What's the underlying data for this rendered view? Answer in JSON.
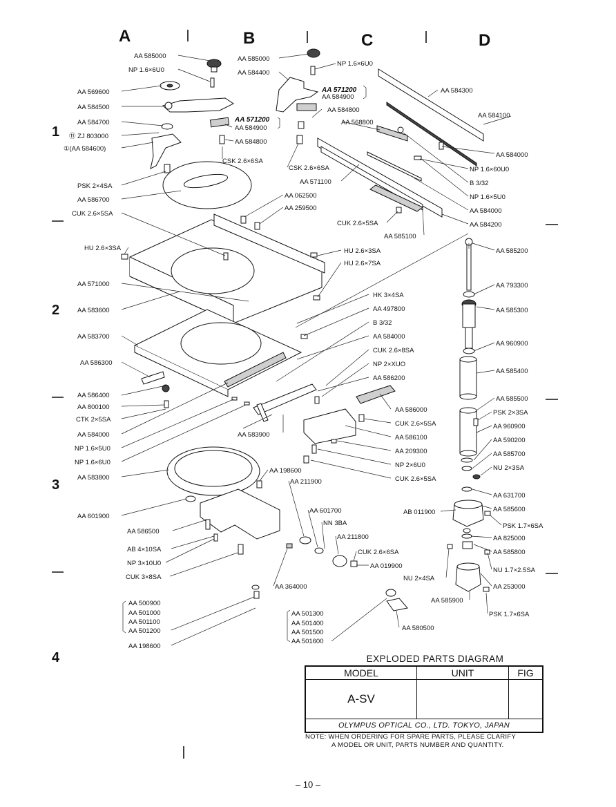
{
  "columns": [
    "A",
    "B",
    "C",
    "D"
  ],
  "rows": [
    "1",
    "2",
    "3",
    "4"
  ],
  "labels": {
    "a_585000": "AA 585000",
    "a_np1606": "NP 1.6×6U0",
    "a_569600": "AA 569600",
    "a_584500": "AA 584500",
    "a_584700": "AA 584700",
    "a_zj803000": "⑪ ZJ 803000",
    "a_584600": "①(AA 584600)",
    "a_571200": "AA 571200",
    "a_584900": "AA 584900",
    "a_584800": "AA 584800",
    "a_csk2606": "CSK 2.6×6SA",
    "a_psk24": "PSK 2×4SA",
    "a_586700": "AA 586700",
    "a_062500": "AA 062500",
    "a_259500": "AA 259500",
    "a_cuk2605": "CUK 2.6×5SA",
    "a_hu2603": "HU 2.6×3SA",
    "a_571000": "AA 571000",
    "a_583600": "AA 583600",
    "a_583700": "AA 583700",
    "a_586300": "AA 586300",
    "a_586400": "AA 586400",
    "a_800100": "AA 800100",
    "a_ctk25": "CTK 2×5SA",
    "a_584000": "AA 584000",
    "a_np1605": "NP 1.6×5U0",
    "a_np1606b": "NP 1.6×6U0",
    "a_583800": "AA 583800",
    "a_601900": "AA 601900",
    "a_586500": "AA 586500",
    "a_ab410": "AB 4×10SA",
    "a_np310": "NP 3×10U0",
    "a_cuk38": "CUK 3×8SA",
    "a_500900": "AA 500900",
    "a_501000": "AA 501000",
    "a_501100": "AA 501100",
    "a_501200": "AA 501200",
    "a_198600": "AA 198600",
    "b_585000": "AA 585000",
    "b_np1606": "NP 1.6×6U0",
    "b_584400": "AA 584400",
    "b_571200": "AA 571200",
    "b_584900": "AA 584900",
    "b_584800": "AA 584800",
    "b_csk2606": "CSK 2.6×6SA",
    "b_568800": "AA 568800",
    "b_571100": "AA 571100",
    "b_cuk2605": "CUK 2.6×5SA",
    "b_585100": "AA 585100",
    "b_hu2603": "HU 2.6×3SA",
    "b_hu2607": "HU 2.6×7SA",
    "b_hk34": "HK 3×4SA",
    "b_497800": "AA 497800",
    "b_b3": "B 3/32",
    "b_584000": "AA 584000",
    "b_cuk2608": "CUK 2.6×8SA",
    "b_np2xuo": "NP 2×XUO",
    "b_586200": "AA 586200",
    "b_586000": "AA 586000",
    "b_cuk2605b": "CUK 2.6×5SA",
    "b_583900": "AA 583900",
    "b_586100": "AA 586100",
    "b_209300": "AA 209300",
    "b_np26": "NP 2×6U0",
    "b_198600": "AA 198600",
    "b_cuk2605c": "CUK 2.6×5SA",
    "b_211900": "AA 211900",
    "b_601700": "AA 601700",
    "b_nn3ba": "NN 3BA",
    "b_211800": "AA 211800",
    "b_cuk2606": "CUK 2.6×6SA",
    "b_019900": "AA 019900",
    "b_364000": "AA 364000",
    "b_501300": "AA 501300",
    "b_501400": "AA 501400",
    "b_501500": "AA 501500",
    "b_501600": "AA 501600",
    "b_580500": "AA 580500",
    "c_584300": "AA 584300",
    "c_584100": "AA 584100",
    "c_584000": "AA 584000",
    "c_np16060": "NP 1.6×60U0",
    "c_b3": "B 3/32",
    "c_np1605": "NP 1.6×5U0",
    "c_584000b": "AA 584000",
    "c_584200": "AA 584200",
    "d_585200": "AA 585200",
    "d_793300": "AA 793300",
    "d_585300": "AA 585300",
    "d_960900": "AA 960900",
    "d_585400": "AA 585400",
    "d_585500": "AA 585500",
    "d_psk23": "PSK 2×3SA",
    "d_960900b": "AA 960900",
    "d_590200": "AA 590200",
    "d_585700": "AA 585700",
    "d_nu23": "NU 2×3SA",
    "d_631700": "AA 631700",
    "d_ab011900": "AB 011900",
    "d_585600": "AA 585600",
    "d_psk1706": "PSK 1.7×6SA",
    "d_825000": "AA 825000",
    "d_585800": "AA 585800",
    "d_nu1725": "NU 1.7×2.5SA",
    "d_nu24": "NU 2×4SA",
    "d_253000": "AA 253000",
    "d_585900": "AA 585900",
    "d_psk1706b": "PSK 1.7×6SA"
  },
  "title_block": {
    "heading": "EXPLODED PARTS DIAGRAM",
    "model_header": "MODEL",
    "unit_header": "UNIT",
    "fig_header": "FIG",
    "model_value": "A-SV",
    "unit_value": "",
    "fig_value": "",
    "company": "OLYMPUS OPTICAL CO., LTD. TOKYO, JAPAN"
  },
  "note_line1": "NOTE: WHEN ORDERING FOR SPARE PARTS, PLEASE CLARIFY",
  "note_line2": "A MODEL OR UNIT, PARTS NUMBER AND QUANTITY.",
  "page_number": "– 10 –"
}
